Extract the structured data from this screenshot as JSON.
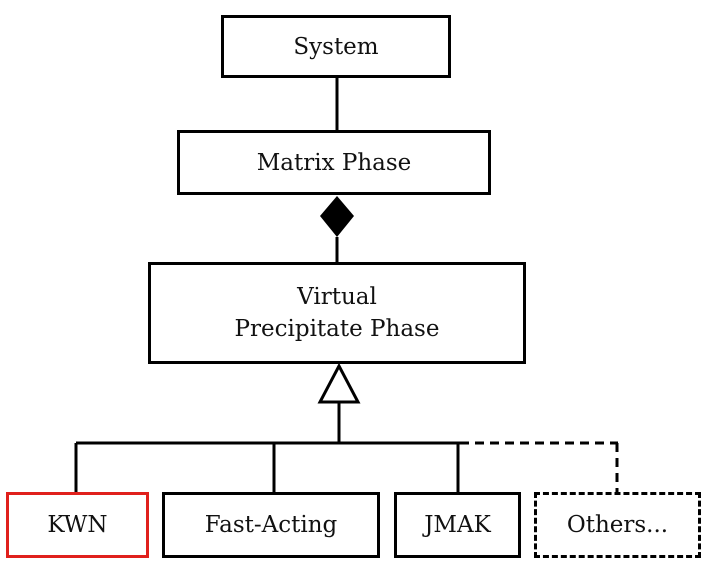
{
  "nodes": {
    "system": {
      "label": "System"
    },
    "matrix_phase": {
      "label": "Matrix Phase"
    },
    "virtual_precipitate_phase": {
      "line1": "Virtual",
      "line2": "Precipitate Phase"
    },
    "kwn": {
      "label": "KWN",
      "border_color": "#e0201c"
    },
    "fast_acting": {
      "label": "Fast-Acting"
    },
    "jmak": {
      "label": "JMAK"
    },
    "others": {
      "label": "Others..."
    }
  },
  "relations": [
    {
      "from": "system",
      "to": "matrix_phase",
      "kind": "association"
    },
    {
      "from": "virtual_precipitate_phase",
      "to": "matrix_phase",
      "kind": "composition"
    },
    {
      "from": "kwn",
      "to": "virtual_precipitate_phase",
      "kind": "inheritance"
    },
    {
      "from": "fast_acting",
      "to": "virtual_precipitate_phase",
      "kind": "inheritance"
    },
    {
      "from": "jmak",
      "to": "virtual_precipitate_phase",
      "kind": "inheritance"
    },
    {
      "from": "others",
      "to": "virtual_precipitate_phase",
      "kind": "inheritance",
      "style": "dashed"
    }
  ]
}
